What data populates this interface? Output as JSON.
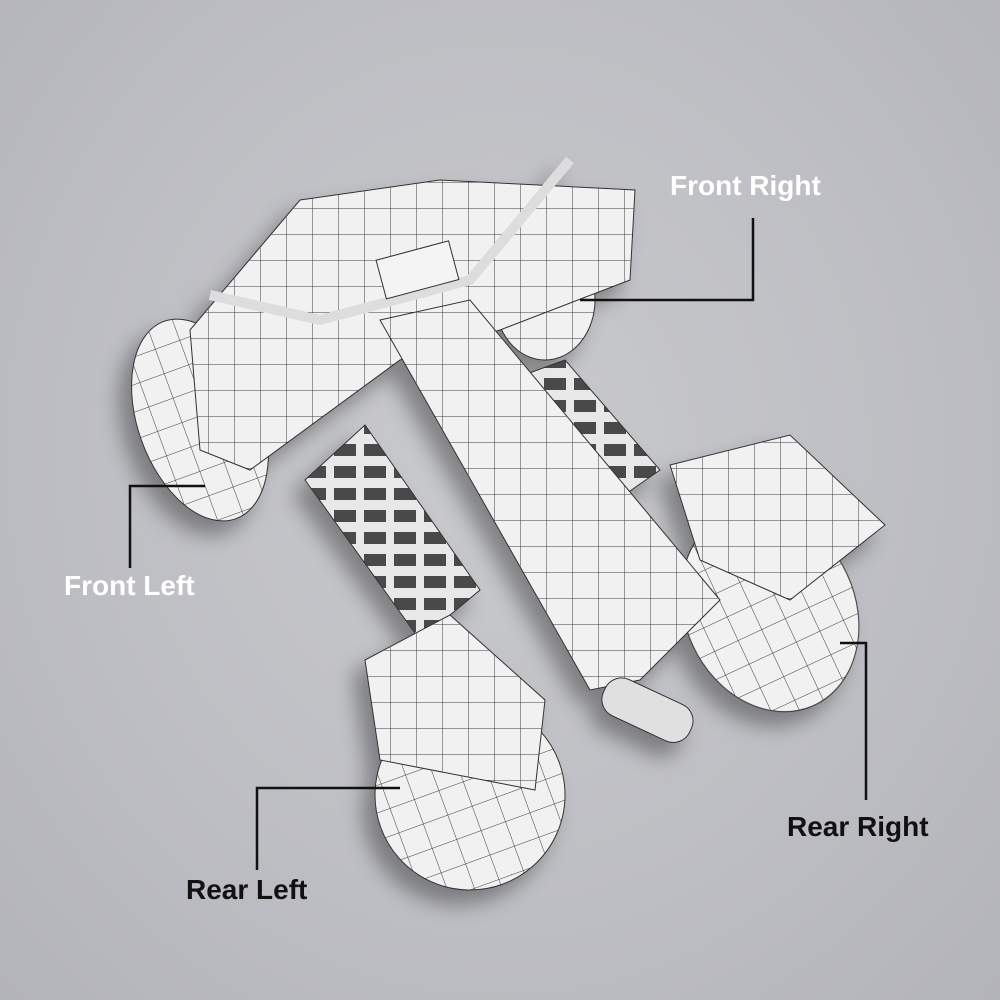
{
  "labels": {
    "front_right": "Front Right",
    "front_left": "Front Left",
    "rear_right": "Rear Right",
    "rear_left": "Rear Left"
  },
  "colors": {
    "background": "#bdbec3",
    "front_label": "#ffffff",
    "rear_label": "#111111",
    "leader_line": "#111111"
  }
}
